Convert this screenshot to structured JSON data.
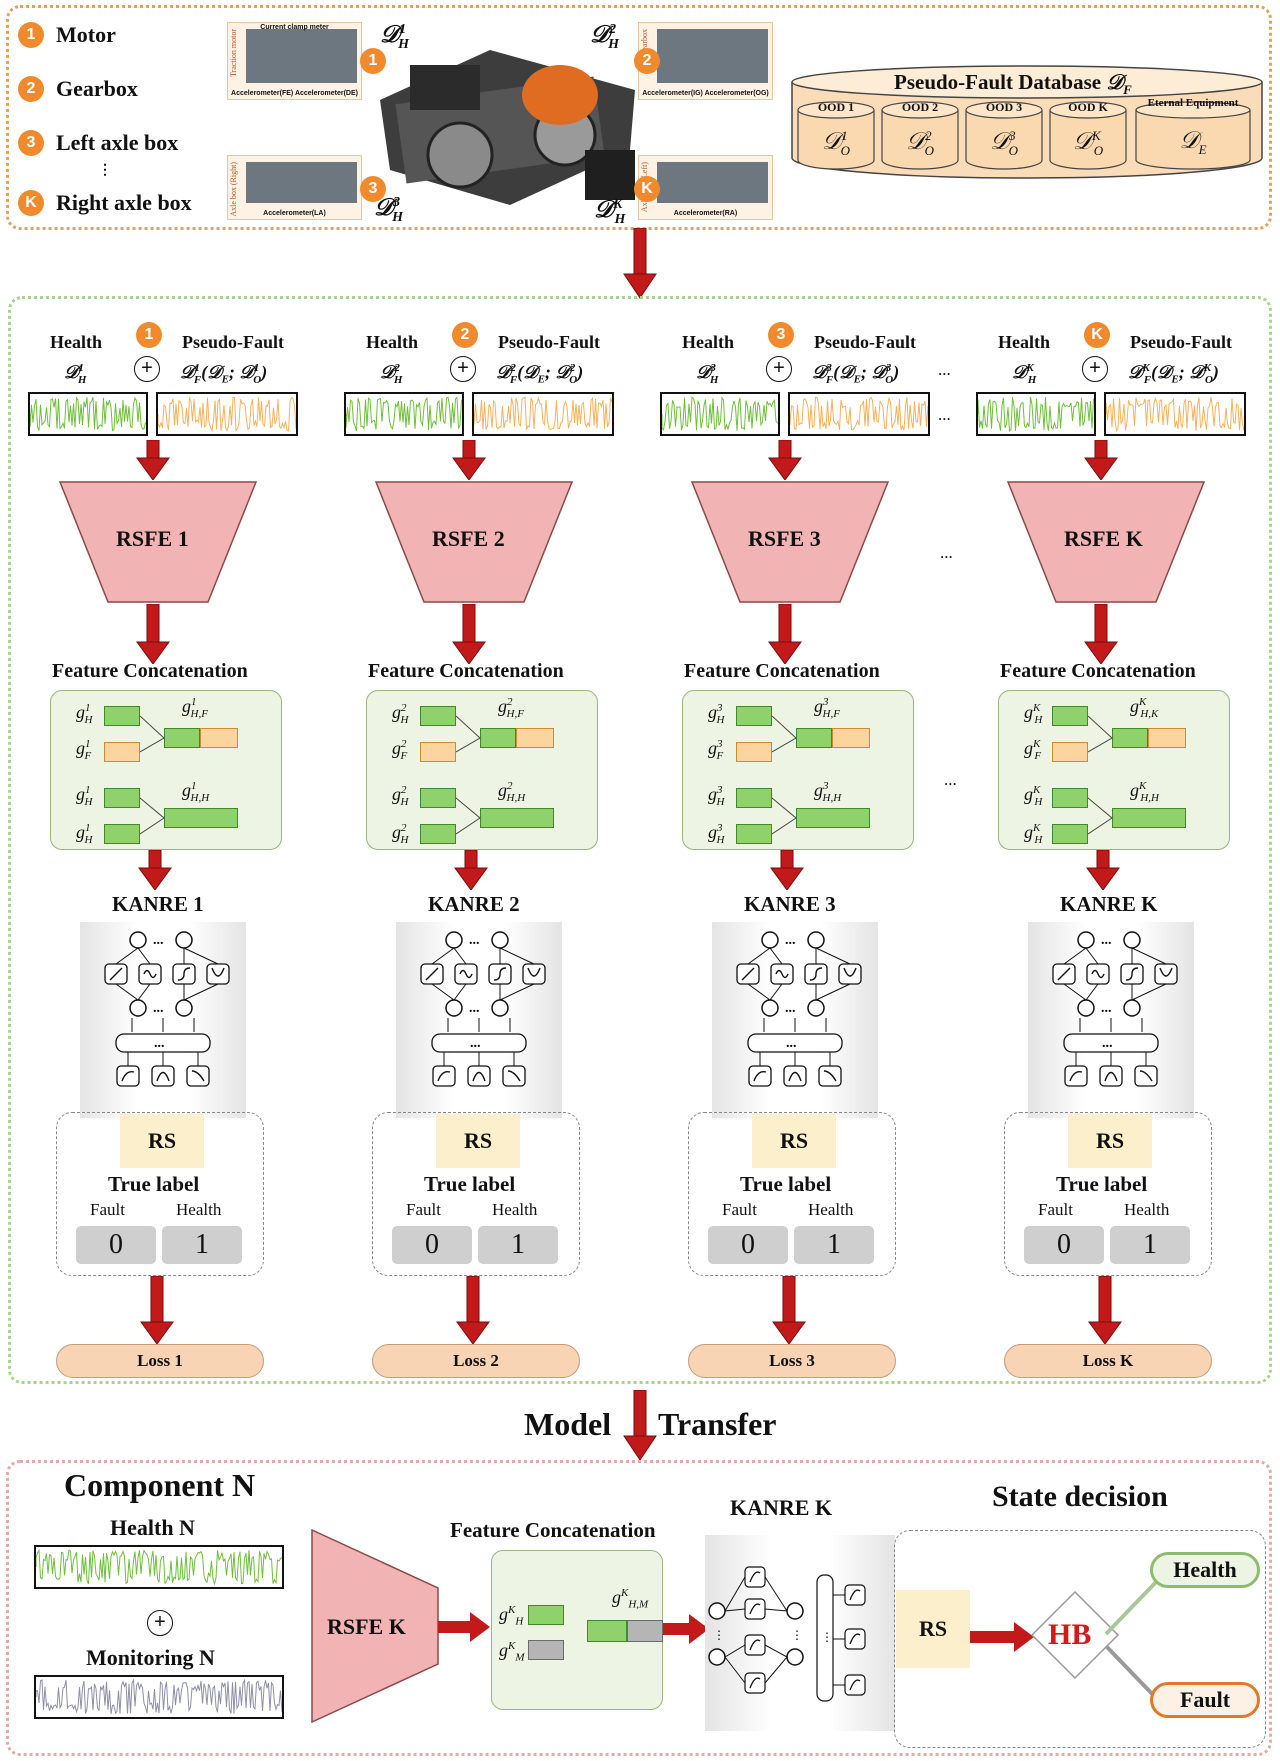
{
  "top": {
    "legend": [
      {
        "num": "1",
        "label": "Motor"
      },
      {
        "num": "2",
        "label": "Gearbox"
      },
      {
        "num": "3",
        "label": "Left axle box"
      },
      {
        "num": "⋮",
        "label": ""
      },
      {
        "num": "K",
        "label": "Right axle box"
      }
    ],
    "photo_cards": [
      {
        "num": "1",
        "side": "Traction motor",
        "title": "Current clamp meter",
        "caption": "Accelerometer(FE) Accelerometer(DE)",
        "hlabel": "𝒟",
        "hsup": "1"
      },
      {
        "num": "2",
        "side": "Gearbox",
        "title": "",
        "caption": "Accelerometer(IG)   Accelerometer(OG)",
        "hlabel": "𝒟",
        "hsup": "2"
      },
      {
        "num": "3",
        "side": "Axle box (Right)",
        "title": "",
        "caption": "Accelerometer(LA)",
        "hlabel": "𝒟",
        "hsup": "3"
      },
      {
        "num": "K",
        "side": "Axle box (Left)",
        "title": "",
        "caption": "Accelerometer(RA)",
        "hlabel": "𝒟",
        "hsup": "K"
      }
    ],
    "h_sub": "H",
    "database": {
      "title": "Pseudo-Fault Database",
      "symbol": "𝒟",
      "symbol_sub": "F",
      "items": [
        {
          "label": "OOD 1",
          "sup": "1",
          "sub": "O"
        },
        {
          "label": "OOD 2",
          "sup": "2",
          "sub": "O"
        },
        {
          "label": "OOD 3",
          "sup": "3",
          "sub": "O"
        },
        {
          "label": "OOD K",
          "sup": "K",
          "sub": "O"
        },
        {
          "label": "Eternal Equipment",
          "sup": "",
          "sub": "E"
        }
      ]
    }
  },
  "middle": {
    "health": "Health",
    "pseudo_fault": "Pseudo-Fault",
    "feature_concat": "Feature Concatenation",
    "rs": "RS",
    "true_label": "True label",
    "fault": "Fault",
    "health_col": "Health",
    "fault_value": "0",
    "health_value": "1",
    "ellipsis": "...",
    "columns": [
      {
        "num": "1",
        "k": "1",
        "rsfe": "RSFE 1",
        "kanre": "KANRE 1",
        "loss": "Loss 1",
        "hf_sub": "H,F"
      },
      {
        "num": "2",
        "k": "2",
        "rsfe": "RSFE 2",
        "kanre": "KANRE 2",
        "loss": "Loss 2",
        "hf_sub": "H,F"
      },
      {
        "num": "3",
        "k": "3",
        "rsfe": "RSFE 3",
        "kanre": "KANRE 3",
        "loss": "Loss 3",
        "hf_sub": "H,F"
      },
      {
        "num": "K",
        "k": "K",
        "rsfe": "RSFE K",
        "kanre": "KANRE K",
        "loss": "Loss K",
        "hf_sub": "H,K"
      }
    ]
  },
  "transfer": {
    "left": "Model",
    "right": "Transfer"
  },
  "bottom": {
    "component": "Component N",
    "health": "Health N",
    "monitoring": "Monitoring N",
    "rsfe": "RSFE K",
    "feature_concat": "Feature Concatenation",
    "kanre": "KANRE K",
    "rs": "RS",
    "state_decision": "State decision",
    "hb": "HB",
    "out_health": "Health",
    "out_fault": "Fault",
    "k": "K"
  },
  "colors": {
    "orange_border": "#e3a05a",
    "green_border": "#a8d48a",
    "pink_border": "#eaa6a6",
    "arrow": "#c21a1a",
    "health_signal": "#6fbf3a",
    "fault_signal": "#f5b25a",
    "monitor_signal": "#8f8fa8"
  }
}
